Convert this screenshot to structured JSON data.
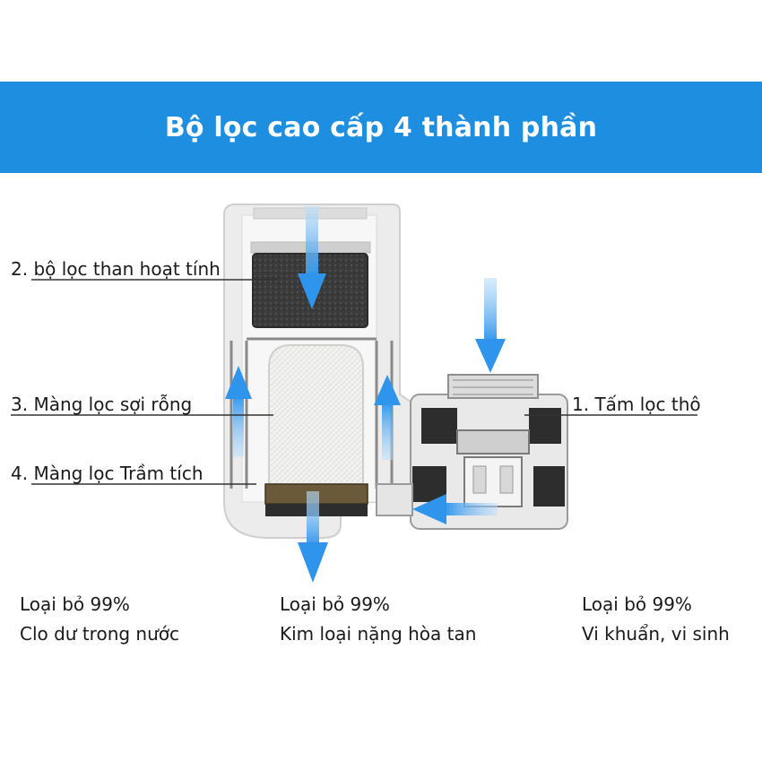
{
  "banner": {
    "title": "Bộ lọc cao cấp 4 thành phần"
  },
  "labels": {
    "component_1": "1. Tấm lọc thô",
    "component_2": "2. bộ lọc than hoạt tính",
    "component_3": "3. Màng lọc sợi rỗng",
    "component_4": "4. Màng lọc Trầm tích"
  },
  "stats": [
    {
      "line1": "Loại bỏ 99%",
      "line2": "Clo dư trong nước"
    },
    {
      "line1": "Loại bỏ 99%",
      "line2": "Kim loại nặng hòa tan"
    },
    {
      "line1": "Loại bỏ 99%",
      "line2": "Vi khuẩn, vi sinh"
    }
  ],
  "colors": {
    "banner": "#1e8fe0",
    "arrow": "#4aa8f0",
    "carbon": "#3a3a3a",
    "sediment": "#6b5a3a"
  }
}
